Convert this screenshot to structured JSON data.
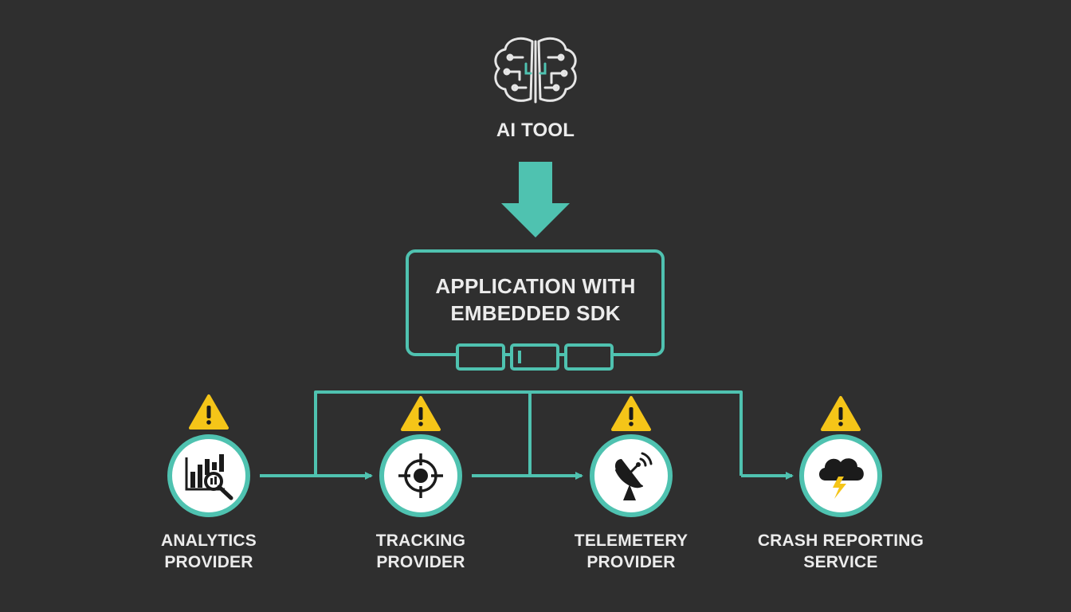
{
  "colors": {
    "background": "#2f2f2f",
    "accent": "#4fc2b0",
    "warning": "#f5c518",
    "text": "#ececec",
    "icon": "#1b1b1b"
  },
  "ai_tool": {
    "label": "AI TOOL",
    "icon": "brain-circuit-icon"
  },
  "application": {
    "line1": "APPLICATION WITH",
    "line2": "EMBEDDED SDK"
  },
  "providers": [
    {
      "line1": "ANALYTICS",
      "line2": "PROVIDER",
      "icon": "chart-magnifier-icon",
      "warning_icon": "warning-icon"
    },
    {
      "line1": "TRACKING",
      "line2": "PROVIDER",
      "icon": "crosshair-icon",
      "warning_icon": "warning-icon"
    },
    {
      "line1": "TELEMETERY",
      "line2": "PROVIDER",
      "icon": "satellite-dish-icon",
      "warning_icon": "warning-icon"
    },
    {
      "line1": "CRASH REPORTING",
      "line2": "SERVICE",
      "icon": "storm-cloud-icon",
      "warning_icon": "warning-icon"
    }
  ]
}
